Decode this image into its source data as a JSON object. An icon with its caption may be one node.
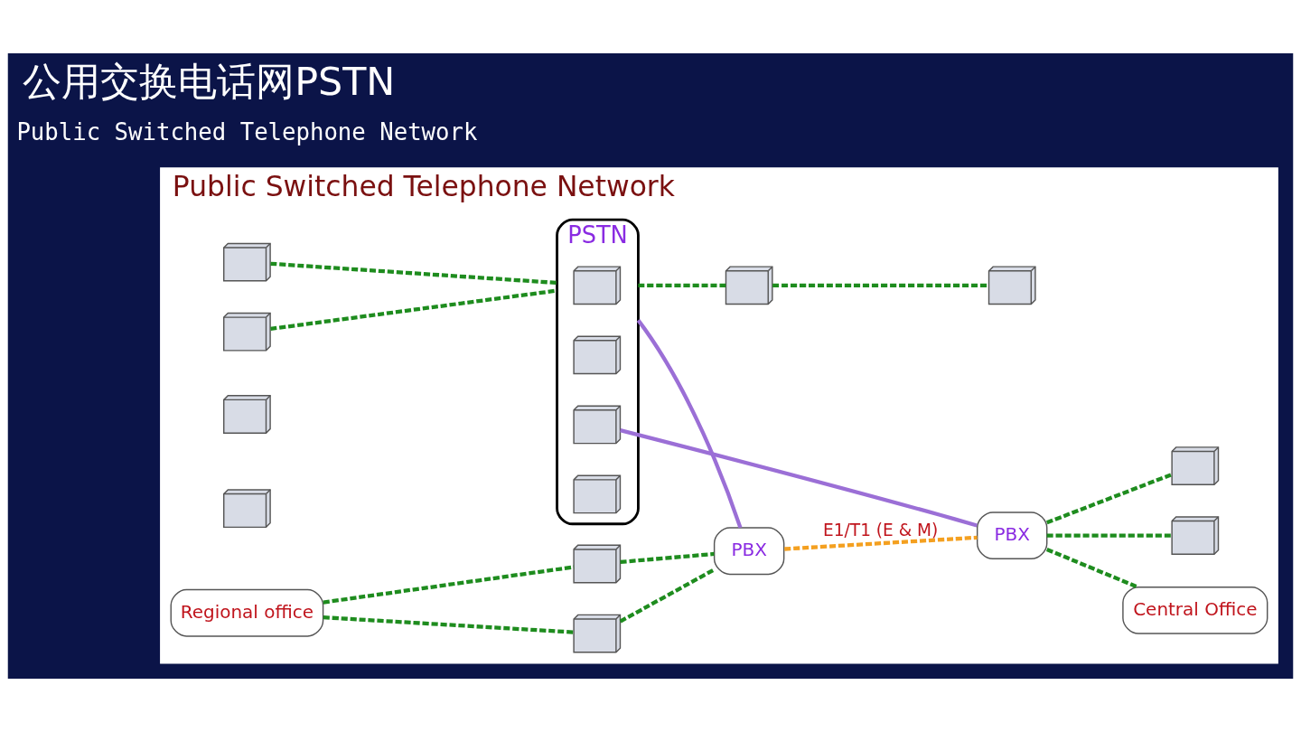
{
  "diagram": {
    "title": "公用交换电话网PSTN",
    "nodes": [
      {
        "text": [
          "Public Switched Telephone Network"
        ]
      },
      {
        "text": [],
        "shape": "picture",
        "in": 0
      },
      {
        "text": [],
        "shape": "picture",
        "in": 0
      },
      {
        "text": [
          "PSTN"
        ],
        "in": 0
      },
      {
        "text": [],
        "shape": "picture",
        "in": 3
      },
      {
        "text": [],
        "shape": "picture",
        "in": 3
      },
      {
        "text": [],
        "shape": "picture",
        "in": 3
      },
      {
        "text": [],
        "shape": "picture",
        "in": 3
      },
      {
        "text": [
          "Central Office"
        ],
        "in": 0
      },
      {
        "text": [],
        "shape": "picture",
        "in": 0
      },
      {
        "text": [],
        "shape": "picture",
        "in": 0
      },
      {
        "text": [],
        "shape": "picture",
        "in": 0
      },
      {
        "text": [
          "PBX"
        ],
        "in": 0
      },
      {
        "text": [],
        "shape": "picture",
        "in": 0
      },
      {
        "text": [],
        "shape": "picture",
        "in": 0
      },
      {
        "text": [],
        "shape": "picture",
        "in": 0
      },
      {
        "text": [
          "Regional office"
        ],
        "in": 0
      },
      {
        "text": [],
        "shape": "picture",
        "in": 0
      },
      {
        "text": [],
        "shape": "picture",
        "in": 0
      },
      {
        "text": [
          "PBX"
        ],
        "in": 0
      }
    ],
    "edges": [
      {
        "from": 1,
        "to": 3,
        "arrow": "none",
        "style": "dashed"
      },
      {
        "from": 2,
        "to": 3,
        "arrow": "none",
        "style": "dashed"
      },
      {
        "from": 6,
        "to": 12,
        "arrow": "none",
        "color": "#9b6fd6"
      },
      {
        "from": 12,
        "to": 8,
        "arrow": "none",
        "style": "dashed"
      },
      {
        "from": 12,
        "to": 9,
        "arrow": "none",
        "style": "dashed"
      },
      {
        "from": 12,
        "to": 11,
        "arrow": "none",
        "style": "dashed"
      },
      {
        "from": 3,
        "to": 13,
        "arrow": "none",
        "style": "dashed"
      },
      {
        "from": 13,
        "to": 14,
        "arrow": "none",
        "style": "dashed"
      },
      {
        "from": 3,
        "to": 19,
        "arrow": "none",
        "color": "#9b6fd6"
      },
      {
        "from": 19,
        "to": 12,
        "arrow": "none",
        "style": "dashed",
        "color": "#f4a020",
        "label": "E1/T1 (E & M)"
      },
      {
        "from": 16,
        "to": 17,
        "arrow": "none",
        "style": "dashed"
      },
      {
        "from": 16,
        "to": 18,
        "arrow": "none",
        "style": "dashed"
      },
      {
        "from": 17,
        "to": 19,
        "arrow": "none",
        "style": "dashed"
      },
      {
        "from": 18,
        "to": 19,
        "arrow": "none",
        "style": "dashed"
      }
    ],
    "labels": [
      "Public Switched Telephone Network"
    ]
  }
}
